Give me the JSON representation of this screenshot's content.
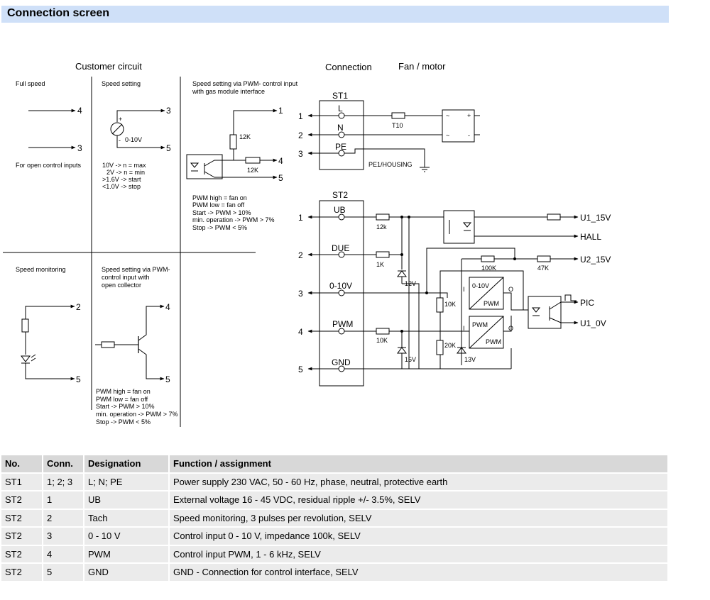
{
  "header": {
    "title": "Connection screen"
  },
  "customer_circuit": {
    "title": "Customer circuit",
    "full_speed": {
      "label": "Full speed",
      "pin_top": "4",
      "pin_bottom": "3",
      "note": "For open control inputs"
    },
    "speed_setting": {
      "label": "Speed setting",
      "pin_3": "3",
      "pin_5": "5",
      "plus": "+",
      "minus": "-",
      "range": "0-10V",
      "notes": [
        "10V -> n = max",
        "2V -> n = min",
        ">1.6V ->  start",
        "<1.0V ->  stop"
      ]
    },
    "pwm_gas": {
      "label_lines": [
        "Speed setting via PWM- control input",
        "with gas module interface"
      ],
      "pin_1": "1",
      "pin_4": "4",
      "pin_5": "5",
      "res_a": "12K",
      "res_b": "12K",
      "notes": [
        "PWM high = fan on",
        "PWM low  = fan off",
        "Start ->         PWM > 10%",
        "min. operation -> PWM > 7%",
        "Stop ->           PWM < 5%"
      ]
    },
    "speed_monitoring": {
      "label": "Speed monitoring",
      "pin_2": "2",
      "pin_5": "5"
    },
    "pwm_open_collector": {
      "label_lines": [
        "Speed setting via PWM-",
        "control input with",
        "open collector"
      ],
      "pin_4": "4",
      "pin_5": "5",
      "notes": [
        "PWM high = fan on",
        "PWM low  = fan off",
        "Start ->         PWM > 10%",
        "min. operation -> PWM > 7%",
        "Stop ->           PWM < 5%"
      ]
    }
  },
  "connection": {
    "title": "Connection",
    "fan_motor": "Fan / motor",
    "st1": {
      "label": "ST1",
      "pins": [
        "L",
        "N",
        "PE"
      ],
      "numbers": [
        "1",
        "2",
        "3"
      ],
      "fuse": "T10",
      "housing": "PE1/HOUSING",
      "ac": "~",
      "plus": "+",
      "minus": "-"
    },
    "st2": {
      "label": "ST2",
      "pins": [
        "UB",
        "DUE",
        "0-10V",
        "PWM",
        "GND"
      ],
      "numbers": [
        "1",
        "2",
        "3",
        "4",
        "5"
      ],
      "res_12k": "12k",
      "res_1k": "1K",
      "res_10k_in": "10K",
      "res_10k": "10K",
      "res_20k": "20K",
      "res_100k": "100K",
      "res_47k": "47K",
      "zener_12v": "12V",
      "zener_15v": "15V",
      "zener_13v": "13V",
      "outputs": [
        "U1_15V",
        "HALL",
        "U2_15V",
        "PIC",
        "U1_0V"
      ],
      "conv1": [
        "0-10V",
        "PWM"
      ],
      "conv2": [
        "PWM",
        "PWM"
      ],
      "io": [
        "I",
        "O"
      ]
    }
  },
  "table": {
    "headers": [
      "No.",
      "Conn.",
      "Designation",
      "Function / assignment"
    ],
    "rows": [
      [
        "ST1",
        "1; 2; 3",
        "L; N; PE",
        "Power supply 230 VAC, 50 - 60 Hz, phase, neutral, protective earth"
      ],
      [
        "ST2",
        "1",
        "UB",
        "External voltage 16 - 45 VDC, residual ripple +/- 3.5%, SELV"
      ],
      [
        "ST2",
        "2",
        "Tach",
        "Speed monitoring, 3 pulses per revolution, SELV"
      ],
      [
        "ST2",
        "3",
        "0 - 10 V",
        "Control input 0 - 10 V, impedance 100k, SELV"
      ],
      [
        "ST2",
        "4",
        "PWM",
        "Control input PWM, 1 - 6 kHz, SELV"
      ],
      [
        "ST2",
        "5",
        "GND",
        "GND - Connection for control interface, SELV"
      ]
    ]
  }
}
